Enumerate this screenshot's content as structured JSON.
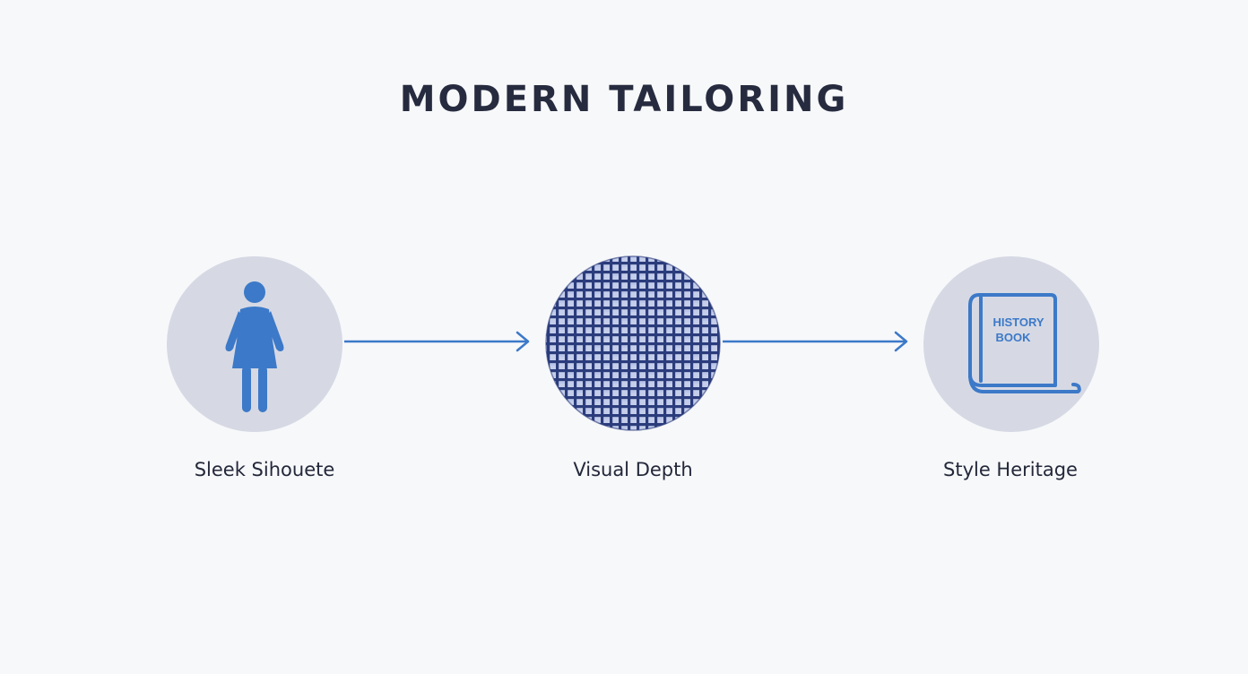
{
  "title": "MODERN TAILORING",
  "colors": {
    "background": "#f7f8fa",
    "circle_fill": "#d6d9e4",
    "accent_blue": "#3c79c8",
    "mesh_dark": "#2b3c7c",
    "mesh_light": "#b8c4ea",
    "text_dark": "#262b3f"
  },
  "nodes": [
    {
      "icon": "person-silhouette-icon",
      "label": "Sleek Sihouete"
    },
    {
      "icon": "woven-fabric-texture",
      "label": "Visual Depth"
    },
    {
      "icon": "history-book-icon",
      "label": "Style Heritage",
      "book_title_line1": "HISTORY",
      "book_title_line2": "BOOK"
    }
  ],
  "edges": [
    {
      "from": "Sleek Sihouete",
      "to": "Visual Depth"
    },
    {
      "from": "Visual Depth",
      "to": "Style Heritage"
    }
  ]
}
